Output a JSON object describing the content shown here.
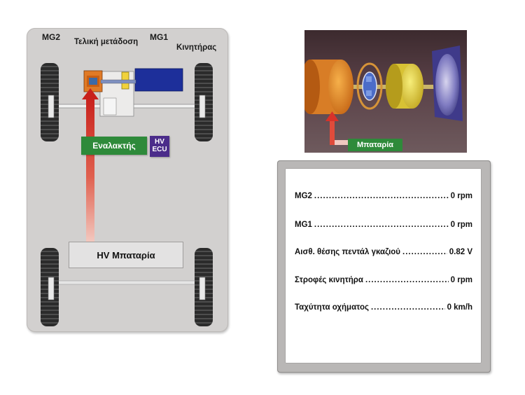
{
  "diagram": {
    "labels": {
      "mg2": "MG2",
      "final_drive": "Τελική μετάδοση",
      "mg1": "MG1",
      "engine": "Κινητήρας",
      "inverter": "Εναλακτής",
      "ecu_line1": "HV",
      "ecu_line2": "ECU",
      "hv_battery": "HV Μπαταρία"
    },
    "colors": {
      "panel": "#d2d0cf",
      "mg2": "#e07a26",
      "engine": "#1d2f9a",
      "inverter": "#2e8a3a",
      "ecu": "#4b2c8a",
      "power_flow_arrow": "#d8322a"
    }
  },
  "motor_image": {
    "battery_label": "Μπαταρία"
  },
  "readout": {
    "rows": [
      {
        "label": "MG2",
        "value": "0 rpm"
      },
      {
        "label": "MG1",
        "value": "0 rpm"
      },
      {
        "label": "Αισθ. θέσης πεντάλ γκαζιού",
        "value": "0.82 V"
      },
      {
        "label": "Στροφές κινητήρα",
        "value": "0 rpm"
      },
      {
        "label": "Ταχύτητα οχήματος",
        "value": "0 km/h"
      }
    ]
  }
}
